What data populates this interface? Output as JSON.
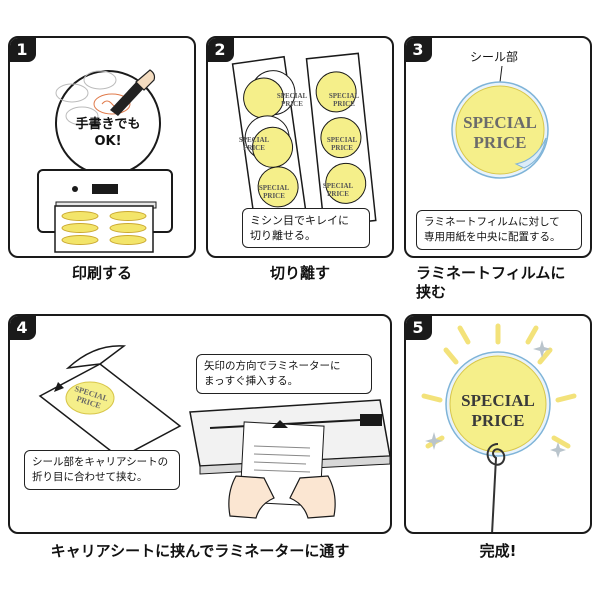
{
  "steps": [
    {
      "num": "1",
      "caption": "印刷する",
      "bubble": "手書きでも\nOK!"
    },
    {
      "num": "2",
      "caption": "切り離す",
      "note": "ミシン目でキレイに\n切り離せる。"
    },
    {
      "num": "3",
      "caption": "ラミネートフィルムに\n挟む",
      "label": "シール部",
      "note": "ラミネートフィルムに対して\n専用用紙を中央に配置する。"
    },
    {
      "num": "4",
      "caption": "キャリアシートに挟んでラミネーターに通す",
      "note_left": "シール部をキャリアシートの\n折り目に合わせて挟む。",
      "note_right": "矢印の方向でラミネーターに\nまっすぐ挿入する。"
    },
    {
      "num": "5",
      "caption": "完成!"
    }
  ],
  "sticker": {
    "line1": "SPECIAL",
    "line2": "PRICE"
  },
  "colors": {
    "sticker_fill": "#f5ef8a",
    "sticker_edge": "#d8c64a",
    "burst": "#f3e27a",
    "outline": "#1a1a1a"
  }
}
